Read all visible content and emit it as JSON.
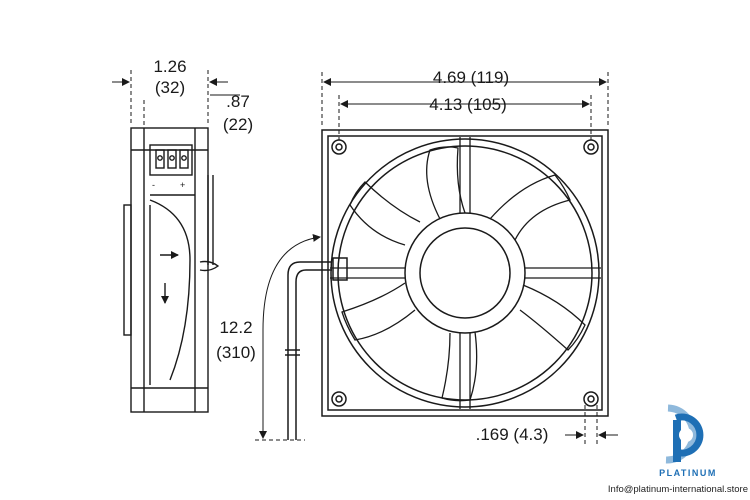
{
  "dimensions": {
    "thickness_in": "1.26",
    "thickness_mm": "(32)",
    "mounting_depth_in": ".87",
    "mounting_depth_mm": "(22)",
    "overall_in": "4.69 (119)",
    "hole_spacing": "4.13 (105)",
    "lead_length_in": "12.2",
    "lead_length_mm": "(310)",
    "hole_diameter": ".169 (4.3)"
  },
  "side_view": {
    "terminal_minus": "-",
    "terminal_plus": "+"
  },
  "brand": {
    "name": "PLATINUM",
    "email": "Info@platinum-international.store"
  },
  "colors": {
    "line": "#1a1a1a",
    "brand_blue": "#1e6fb5",
    "brand_light": "#8fb9dc"
  }
}
